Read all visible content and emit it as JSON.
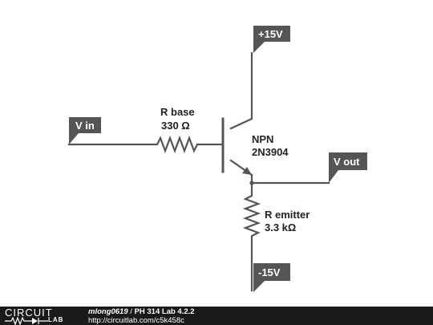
{
  "schematic": {
    "flags": {
      "vcc": "+15V",
      "vin": "V in",
      "vout": "V out",
      "vee": "-15V"
    },
    "components": {
      "rbase": {
        "name": "R base",
        "value": "330 Ω"
      },
      "transistor": {
        "type": "NPN",
        "part": "2N3904"
      },
      "remitter": {
        "name": "R emitter",
        "value": "3.3 kΩ"
      }
    }
  },
  "footer": {
    "logo_top": "CIRCUIT",
    "logo_bottom": "LAB",
    "user": "mlong0619",
    "separator": " / ",
    "title": "PH 314 Lab 4.2.2",
    "url": "http://circuitlab.com/c5k458c"
  }
}
